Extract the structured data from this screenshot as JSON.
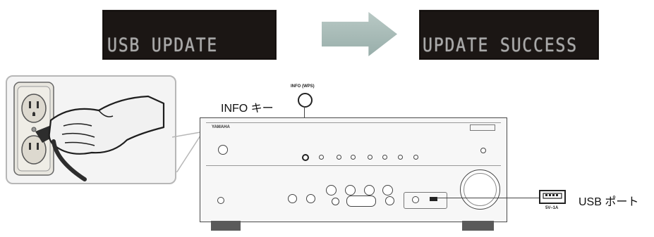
{
  "displays": {
    "before_text": "USB UPDATE",
    "after_text": "UPDATE SUCCESS"
  },
  "labels": {
    "info_key": "INFO キー",
    "info_key_panel": "INFO (WPS)",
    "usb_port": "USB ポート",
    "usb_rating": "5V–1A"
  },
  "colors": {
    "display_bg": "#1b1614",
    "display_text": "#a9a9a9",
    "arrow": "#a9bcb8",
    "line": "#444444"
  },
  "icons": {
    "arrow": "right-arrow-icon",
    "outlet": "power-outlet-icon",
    "hand_plug": "hand-plugging-icon",
    "usb": "usb-port-icon",
    "volume": "volume-knob-icon"
  }
}
